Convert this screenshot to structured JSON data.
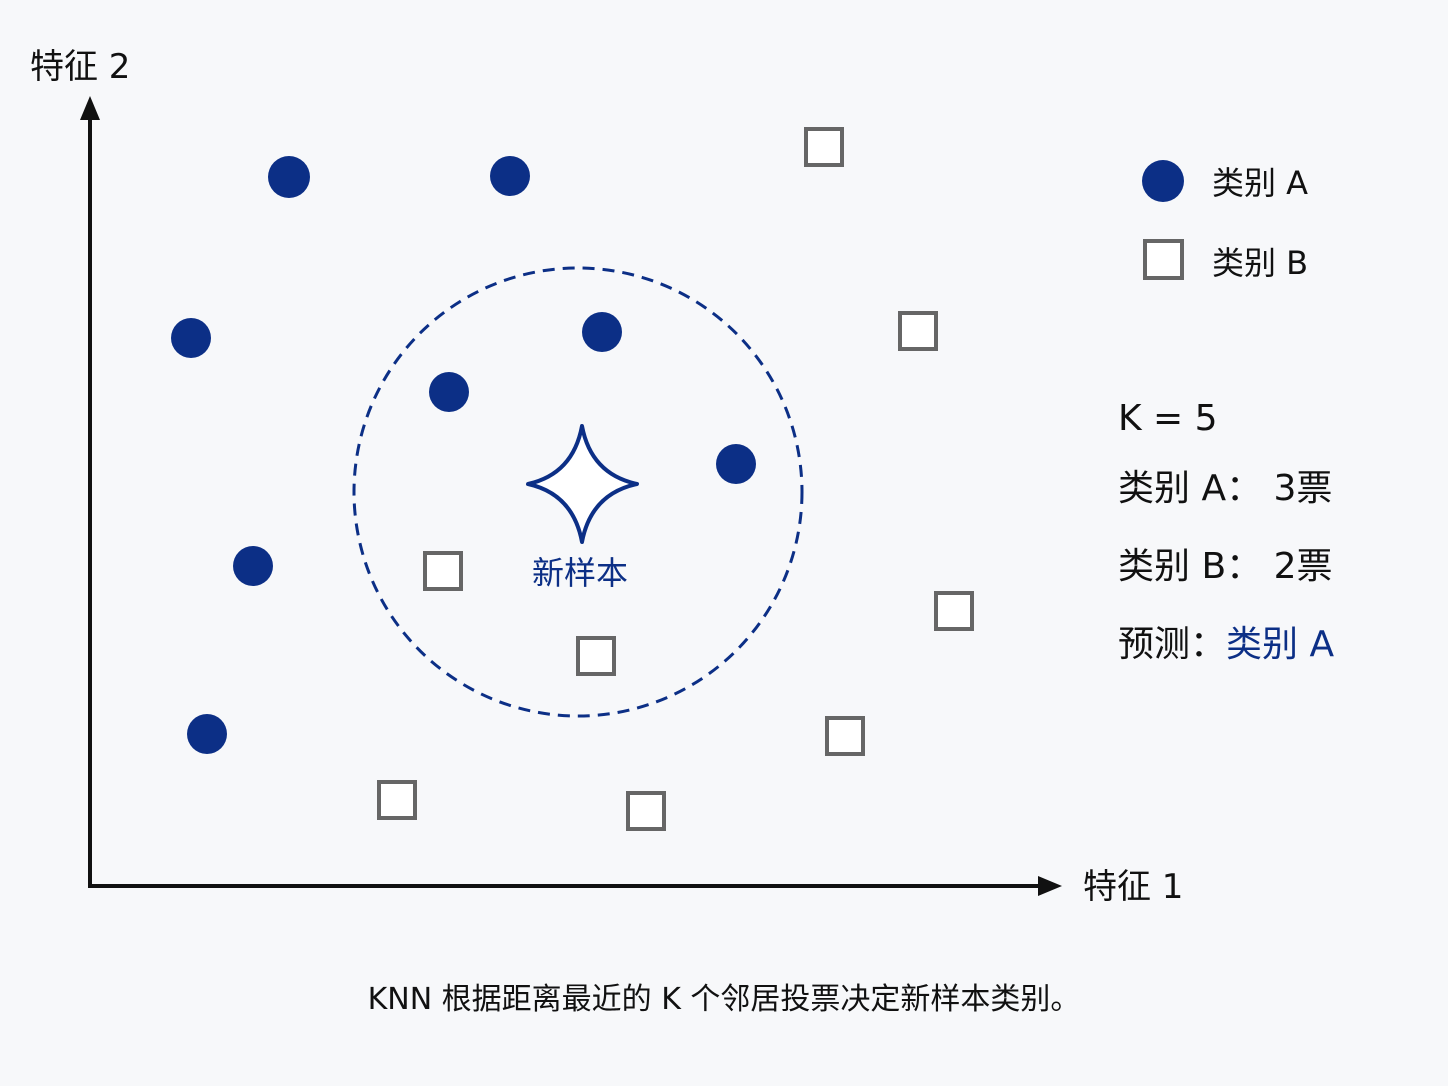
{
  "axes": {
    "y_label": "特征 2",
    "x_label": "特征 1"
  },
  "legend": {
    "class_a": "类别 A",
    "class_b": "类别 B"
  },
  "new_sample": {
    "label": "新样本"
  },
  "summary": {
    "k": "K = 5",
    "votes_a": "类别 A： 3票",
    "votes_b": "类别 B： 2票",
    "prediction_prefix": "预测：",
    "prediction_value": "类别 A"
  },
  "caption": "KNN 根据距离最近的 K 个邻居投票决定新样本类别。",
  "colors": {
    "class_a": "#0c2f86",
    "class_b": "#666666",
    "axis": "#111111",
    "accent": "#0c2f86"
  }
}
